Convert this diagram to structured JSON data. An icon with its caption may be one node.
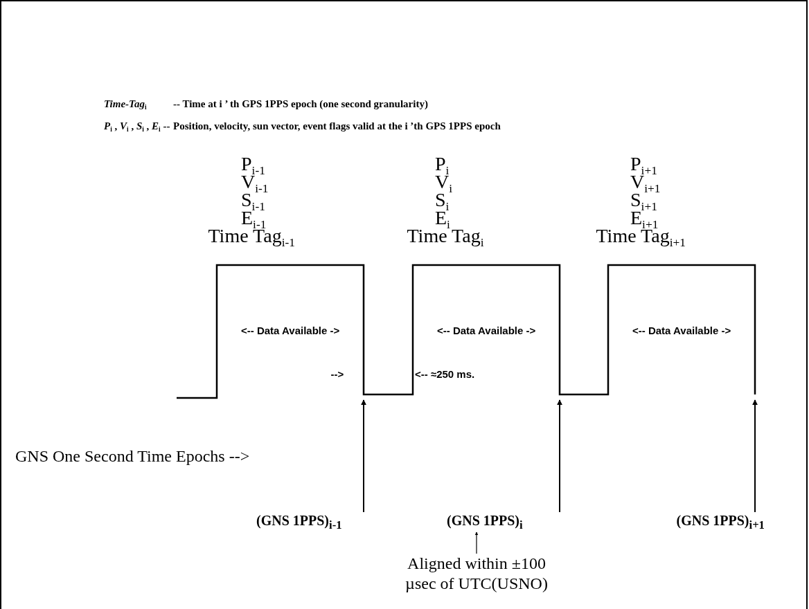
{
  "diagram": {
    "nodes": [
      {
        "text": [
          "(GNS  1PPS)$_{i-1}$"
        ]
      },
      {
        "text": [
          "(GNS  1PPS)$_{i}$"
        ]
      },
      {
        "text": [
          "(GNS  1PPS)$_{i+1}$"
        ]
      },
      {
        "text": [
          "Aligned within ±100 µsec of UTC(USNO)"
        ]
      }
    ],
    "edges": [
      {
        "from": 0,
        "to": null,
        "arrow": "to"
      },
      {
        "from": 1,
        "to": null,
        "arrow": "to"
      },
      {
        "from": 2,
        "to": null,
        "arrow": "to"
      },
      {
        "from": 3,
        "to": 1,
        "arrow": "to"
      }
    ],
    "labels": [
      "*Time-Tag*$_{i}$",
      "-- Time at i ’ th  GPS  1PPS epoch  (one second granularity)",
      "*P*$_{i}$ , *V*$_{i}$ , *S*$_{i}$ , *E*$_{i}$ --",
      "Position, velocity, sun vector, event flags  valid at the i ’th  GPS 1PPS epoch",
      "P$_{i-1}$",
      "V$_{i-1}$",
      "S$_{i-1}$",
      "E$_{i-1}$",
      "Time Tag$_{i-1}$",
      "P$_{i}$",
      "V$_{i}$",
      "S$_{i}$",
      "E$_{i}$",
      "Time Tag$_{i}$",
      "P$_{i+1}$",
      "V$_{i+1}$",
      "S$_{i+1}$",
      "E$_{i+1}$",
      "Time Tag$_{i+1}$",
      "<-- Data Available ->",
      "-->",
      "<-- Data Available ->",
      "<-- ≈250 ms.",
      "<-- Data Available ->",
      "GNS One Second Time Epochs -->"
    ]
  }
}
